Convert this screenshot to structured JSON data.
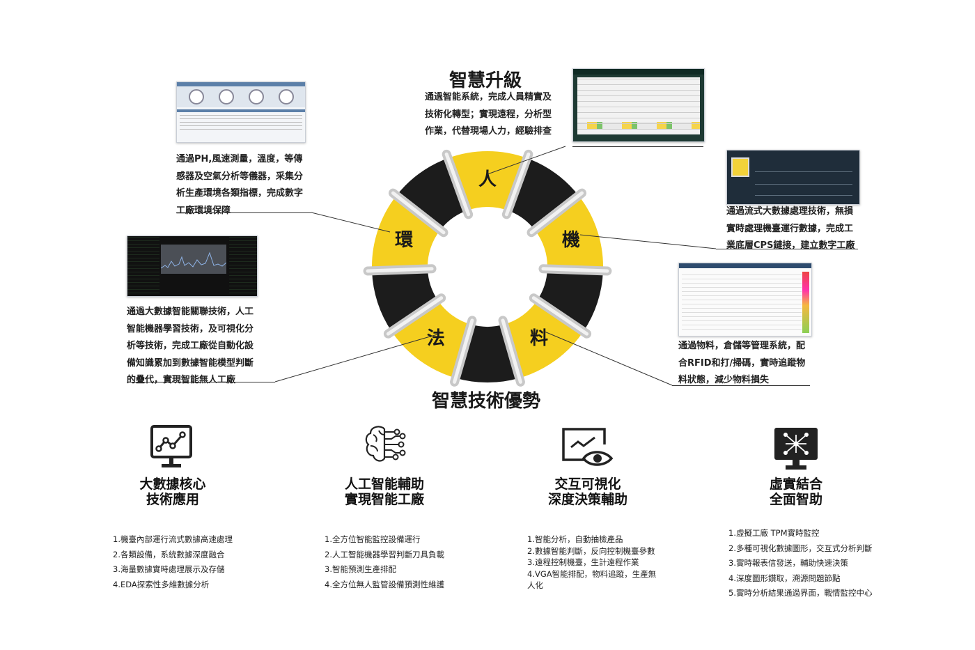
{
  "upgrade_title": "智慧升級",
  "advantage_title": "智慧技術優勢",
  "ring": {
    "segments": [
      "人",
      "機",
      "料",
      "法",
      "環"
    ],
    "colors": {
      "yellow": "#f5cf1f",
      "black": "#1c1c1c",
      "silver": "#c8c8c8"
    }
  },
  "callouts": {
    "ren": [
      "通過智能系統，完成人員精實及",
      "技術化轉型；實現遠程，分析型",
      "作業，代替現場人力，經驗排查"
    ],
    "ji": [
      "通過流式大數據處理技術，無損",
      "實時處理機臺運行數據，完成工",
      "業底層CPS鏈接，建立數字工廠"
    ],
    "liao": [
      "通過物料，倉儲等管理系統，配",
      "合RFID和打/掃碼，實時追蹤物",
      "料狀態，減少物料損失"
    ],
    "fa": [
      "通過大數據智能關聯技術，人工",
      "智能機器學習技術，及可視化分",
      "析等技術，完成工廠從自動化設",
      "備知識累加到數據智能模型判斷",
      "的疊代，實現智能無人工廠"
    ],
    "huan": [
      "通過PH,風速測量，溫度，等傳",
      "感器及空氣分析等儀器，采集分",
      "析生產環境各類指標，完成數字",
      "工廠環境保障"
    ]
  },
  "features": [
    {
      "icon": "chart-monitor-icon",
      "title": [
        "大數據核心",
        "技術應用"
      ],
      "items": [
        "1.機臺內部運行流式數據高速處理",
        "2.各類設備，系統數據深度融合",
        "3.海量數據實時處理展示及存儲",
        "4.EDA探索性多維數據分析"
      ]
    },
    {
      "icon": "ai-brain-icon",
      "title": [
        "人工智能輔助",
        "實現智能工廠"
      ],
      "items": [
        "1.全方位智能監控設備運行",
        "2.人工智能機器學習判斷刀具負載",
        "3.智能預測生產排配",
        "4.全方位無人監管設備預測性維護"
      ]
    },
    {
      "icon": "visual-eye-icon",
      "title": [
        "交互可視化",
        "深度決策輔助"
      ],
      "items": [
        "1.智能分析，自動抽檢產品",
        "2.數據智能判斷，反向控制機臺參數",
        "3.遠程控制機臺，生計遠程作業",
        "4.VGA智能排配，物料追蹤，生產無",
        "  人化"
      ]
    },
    {
      "icon": "virtual-network-icon",
      "title": [
        "虛實結合",
        "全面智助"
      ],
      "items": [
        "1.虛擬工廠 TPM實時監控",
        "2.多種可視化數據圖形，交互式分析判斷",
        "3.實時報表信發送，輔助快速決策",
        "4.深度圖形鑽取，溯源問題節點",
        "5.實時分析結果通過界面，戰情監控中心"
      ]
    }
  ]
}
